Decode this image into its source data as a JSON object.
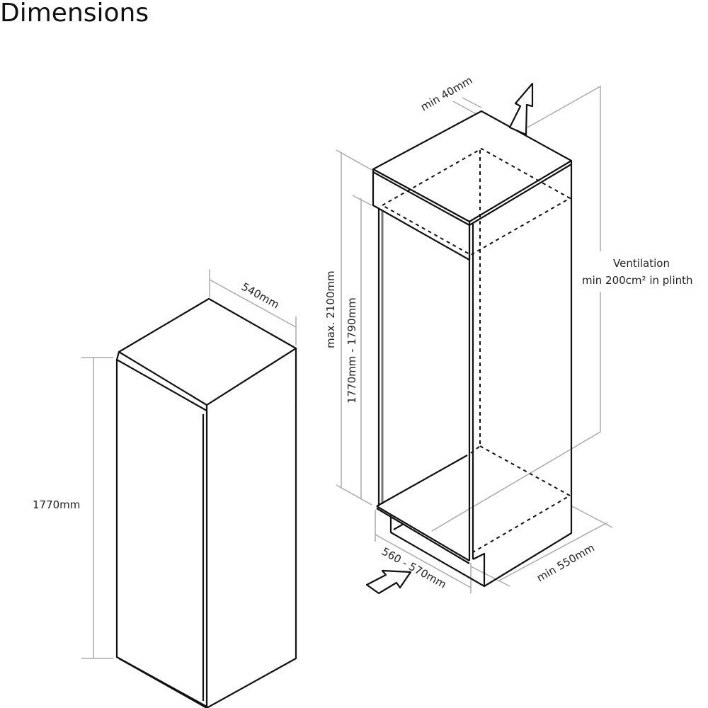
{
  "title": "Dimensions",
  "appliance": {
    "depth_label": "540mm",
    "height_label": "1770mm"
  },
  "niche": {
    "top_gap_label": "min 40mm",
    "max_height_label": "max. 2100mm",
    "niche_height_label": "1770mm - 1790mm",
    "ventilation_line1": "Ventilation",
    "ventilation_line2": "min 200cm² in plinth",
    "width_label": "560 - 570mm",
    "depth_label": "min 550mm"
  }
}
